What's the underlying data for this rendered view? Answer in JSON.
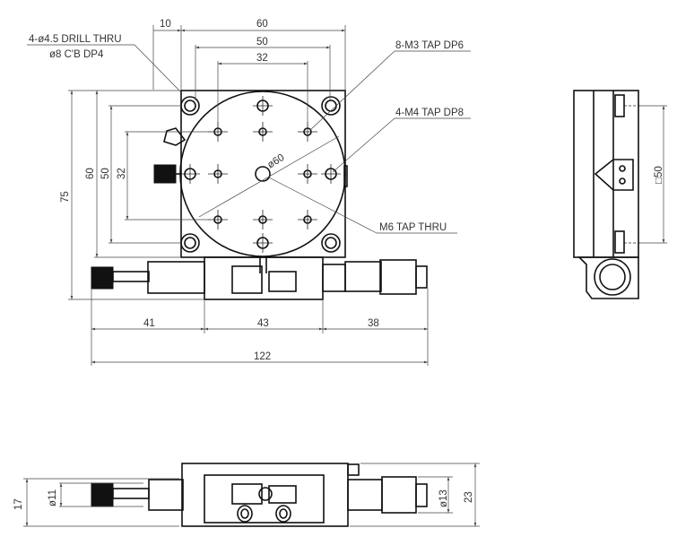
{
  "callouts": {
    "drill": "4-ø4.5 DRILL THRU",
    "counterbore": "ø8 C'B DP4",
    "m3": "8-M3 TAP DP6",
    "m4": "4-M4 TAP DP8",
    "m6": "M6 TAP THRU",
    "circle_dia": "ø60",
    "side_square": "□50"
  },
  "dimensions": {
    "top_offset": "10",
    "top_60": "60",
    "top_50": "50",
    "top_32": "32",
    "left_75": "75",
    "left_60": "60",
    "left_50": "50",
    "left_32": "32",
    "seg_41": "41",
    "seg_43": "43",
    "seg_38": "38",
    "total_122": "122",
    "front_17": "17",
    "front_d11": "ø11",
    "front_d13": "ø13",
    "front_23": "23"
  }
}
